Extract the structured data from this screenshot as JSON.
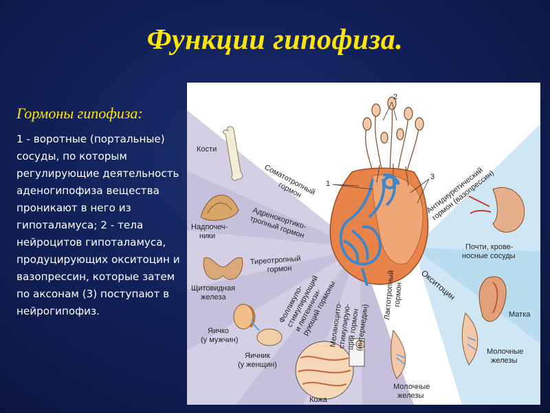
{
  "slide": {
    "title": "Функции гипофиза.",
    "subtitle": "Гормоны гипофиза:",
    "description": "1 - воротные (портальные) сосуды, по которым регулирующие деятельность аденогипофиза вещества проникают в него из гипоталамуса; 2 - тела нейроцитов гипоталамуса, продуцирующих окситоцин и вазопрессин, которые затем по аксонам (3) поступают в нейрогипофиз."
  },
  "figure": {
    "markers": {
      "one": "1",
      "two": "2",
      "three": "3"
    },
    "targets": {
      "bones": "Кости",
      "adrenal_1": "Надпочеч-",
      "adrenal_2": "ники",
      "thyroid_1": "Щитовидная",
      "thyroid_2": "железа",
      "testis_1": "Яичко",
      "testis_2": "(у мужчин)",
      "ovary_1": "Яичник",
      "ovary_2": "(у женщин)",
      "skin": "Кожа",
      "mammary_left_1": "Молочные",
      "mammary_left_2": "железы",
      "kidney_1": "Почти, крове-",
      "kidney_2": "носные сосуды",
      "uterus": "Матка",
      "mammary_right_1": "Молочные",
      "mammary_right_2": "железы"
    },
    "hormones": {
      "somatotropic_1": "Соматотропный",
      "somatotropic_2": "гормон",
      "acth_1": "Адренокортико-",
      "acth_2": "тропный гормон",
      "tsh_1": "Тиреотропный",
      "tsh_2": "гормон",
      "fsh_1": "Фолликуло-",
      "fsh_2": "стимулирующий",
      "fsh_3": "и лютеинизи-",
      "fsh_4": "рующий гормоны",
      "msh_1": "Меланоцито-",
      "msh_2": "стимулирую-",
      "msh_3": "щий гормон",
      "msh_4": "(интермедин)",
      "prolactin_1": "Лактотропный",
      "prolactin_2": "гормон",
      "adh_1": "Антидиуретический",
      "adh_2": "гормон (вазопрессин)",
      "oxytocin": "Окситоцин"
    },
    "colors": {
      "left_rays": "#c9c3dc",
      "right_rays": "#bfe0f2",
      "gland": "#e8844a",
      "vessels": "#5b9fd6"
    }
  }
}
